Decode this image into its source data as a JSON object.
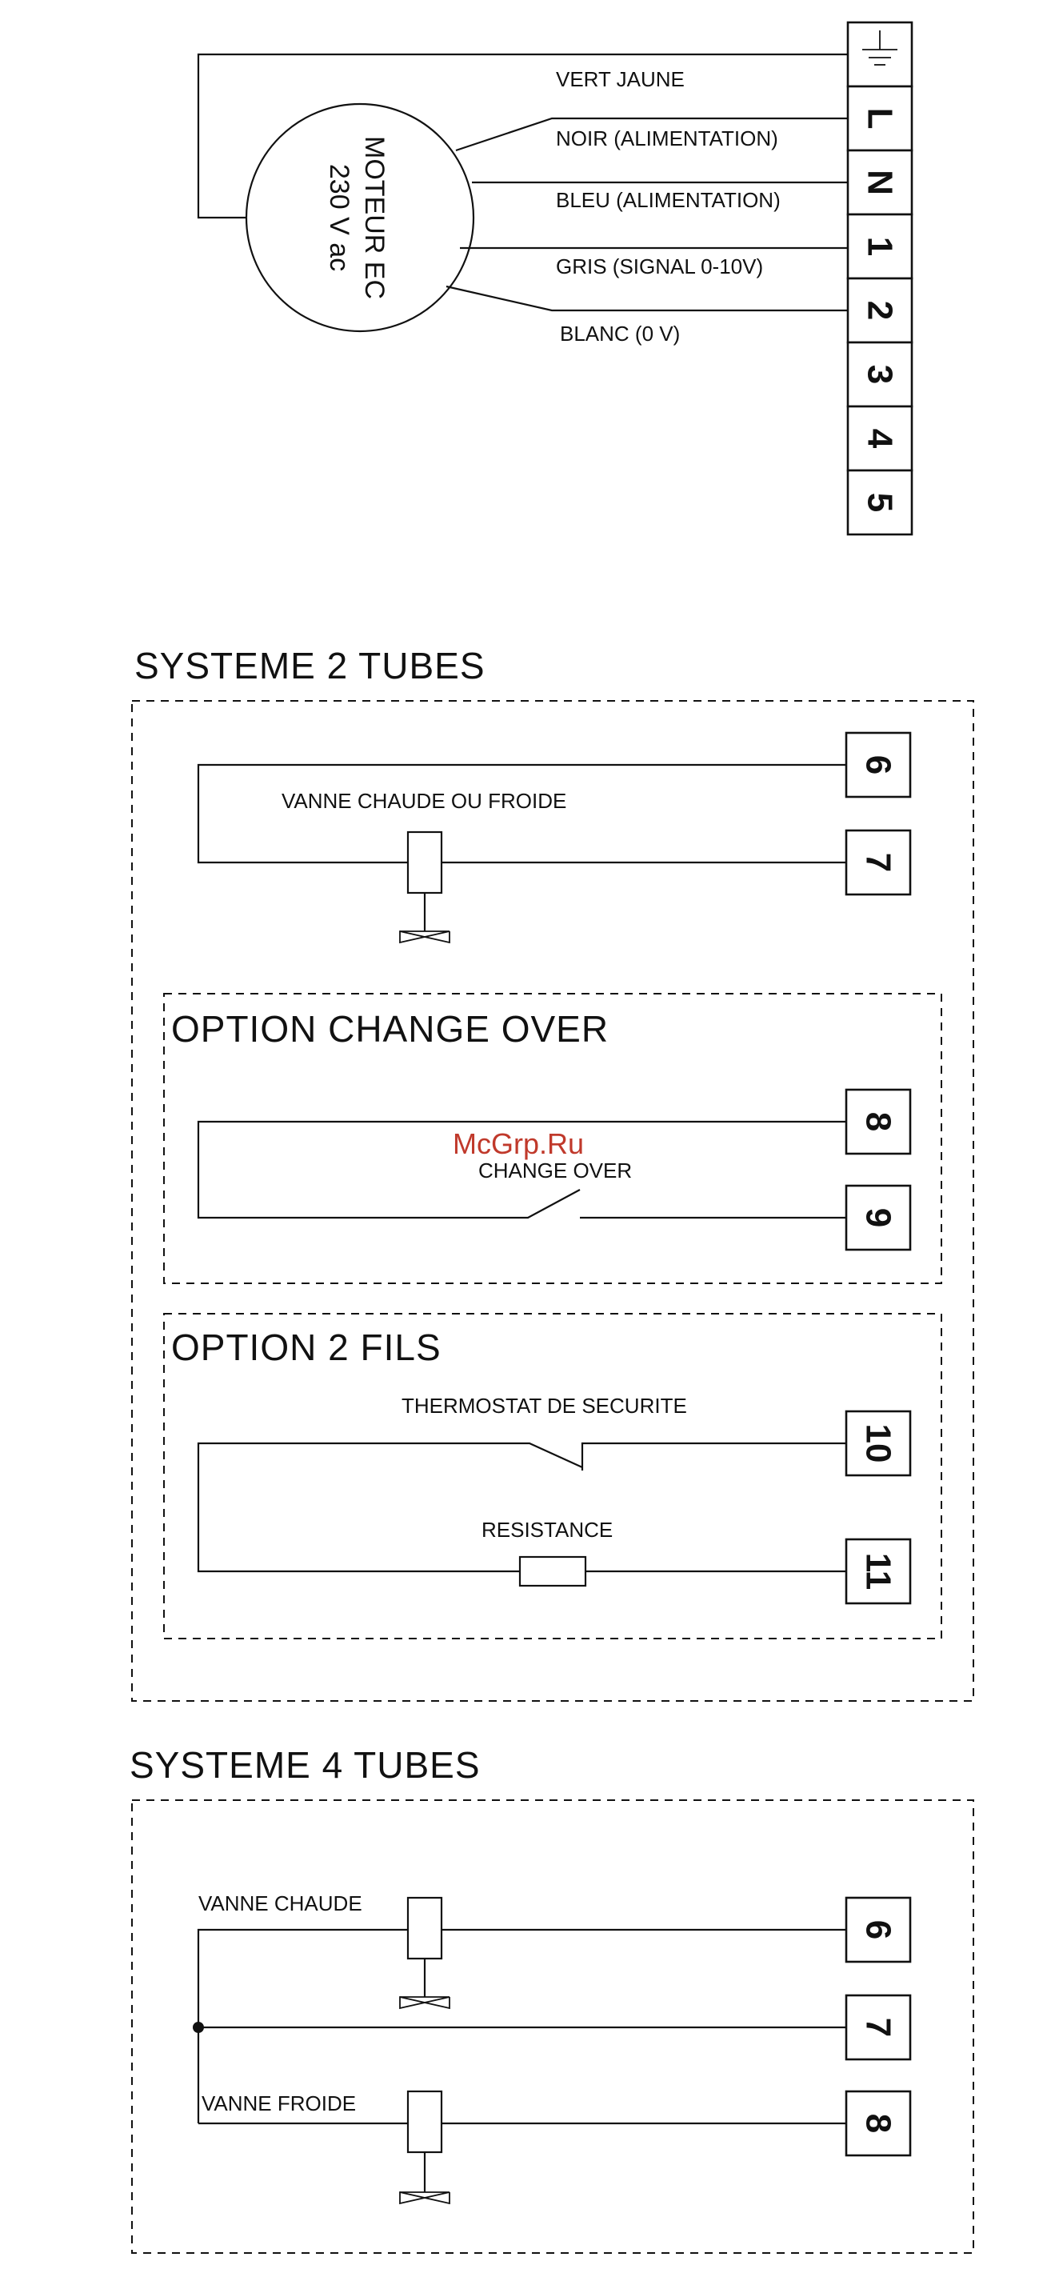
{
  "motor": {
    "line1": "MOTEUR EC",
    "line2": "230 V ac"
  },
  "wires": {
    "earth": "VERT JAUNE",
    "live": "NOIR (ALIMENTATION)",
    "neutral": "BLEU (ALIMENTATION)",
    "signal": "GRIS (SIGNAL 0-10V)",
    "zero": "BLANC (0 V)"
  },
  "terminals_top": [
    "L",
    "N",
    "1",
    "2",
    "3",
    "4",
    "5"
  ],
  "systeme2": {
    "title": "SYSTEME 2 TUBES",
    "valve_label": "VANNE CHAUDE OU FROIDE",
    "terminals": [
      "6",
      "7"
    ],
    "change_over": {
      "title": "OPTION CHANGE OVER",
      "switch_label": "CHANGE OVER",
      "terminals": [
        "8",
        "9"
      ]
    },
    "deux_fils": {
      "title": "OPTION 2 FILS",
      "thermostat_label": "THERMOSTAT DE SECURITE",
      "resistance_label": "RESISTANCE",
      "terminals": [
        "10",
        "11"
      ]
    }
  },
  "systeme4": {
    "title": "SYSTEME 4 TUBES",
    "hot_valve_label": "VANNE CHAUDE",
    "cold_valve_label": "VANNE FROIDE",
    "terminals": [
      "6",
      "7",
      "8"
    ]
  },
  "watermark": "McGrp.Ru"
}
